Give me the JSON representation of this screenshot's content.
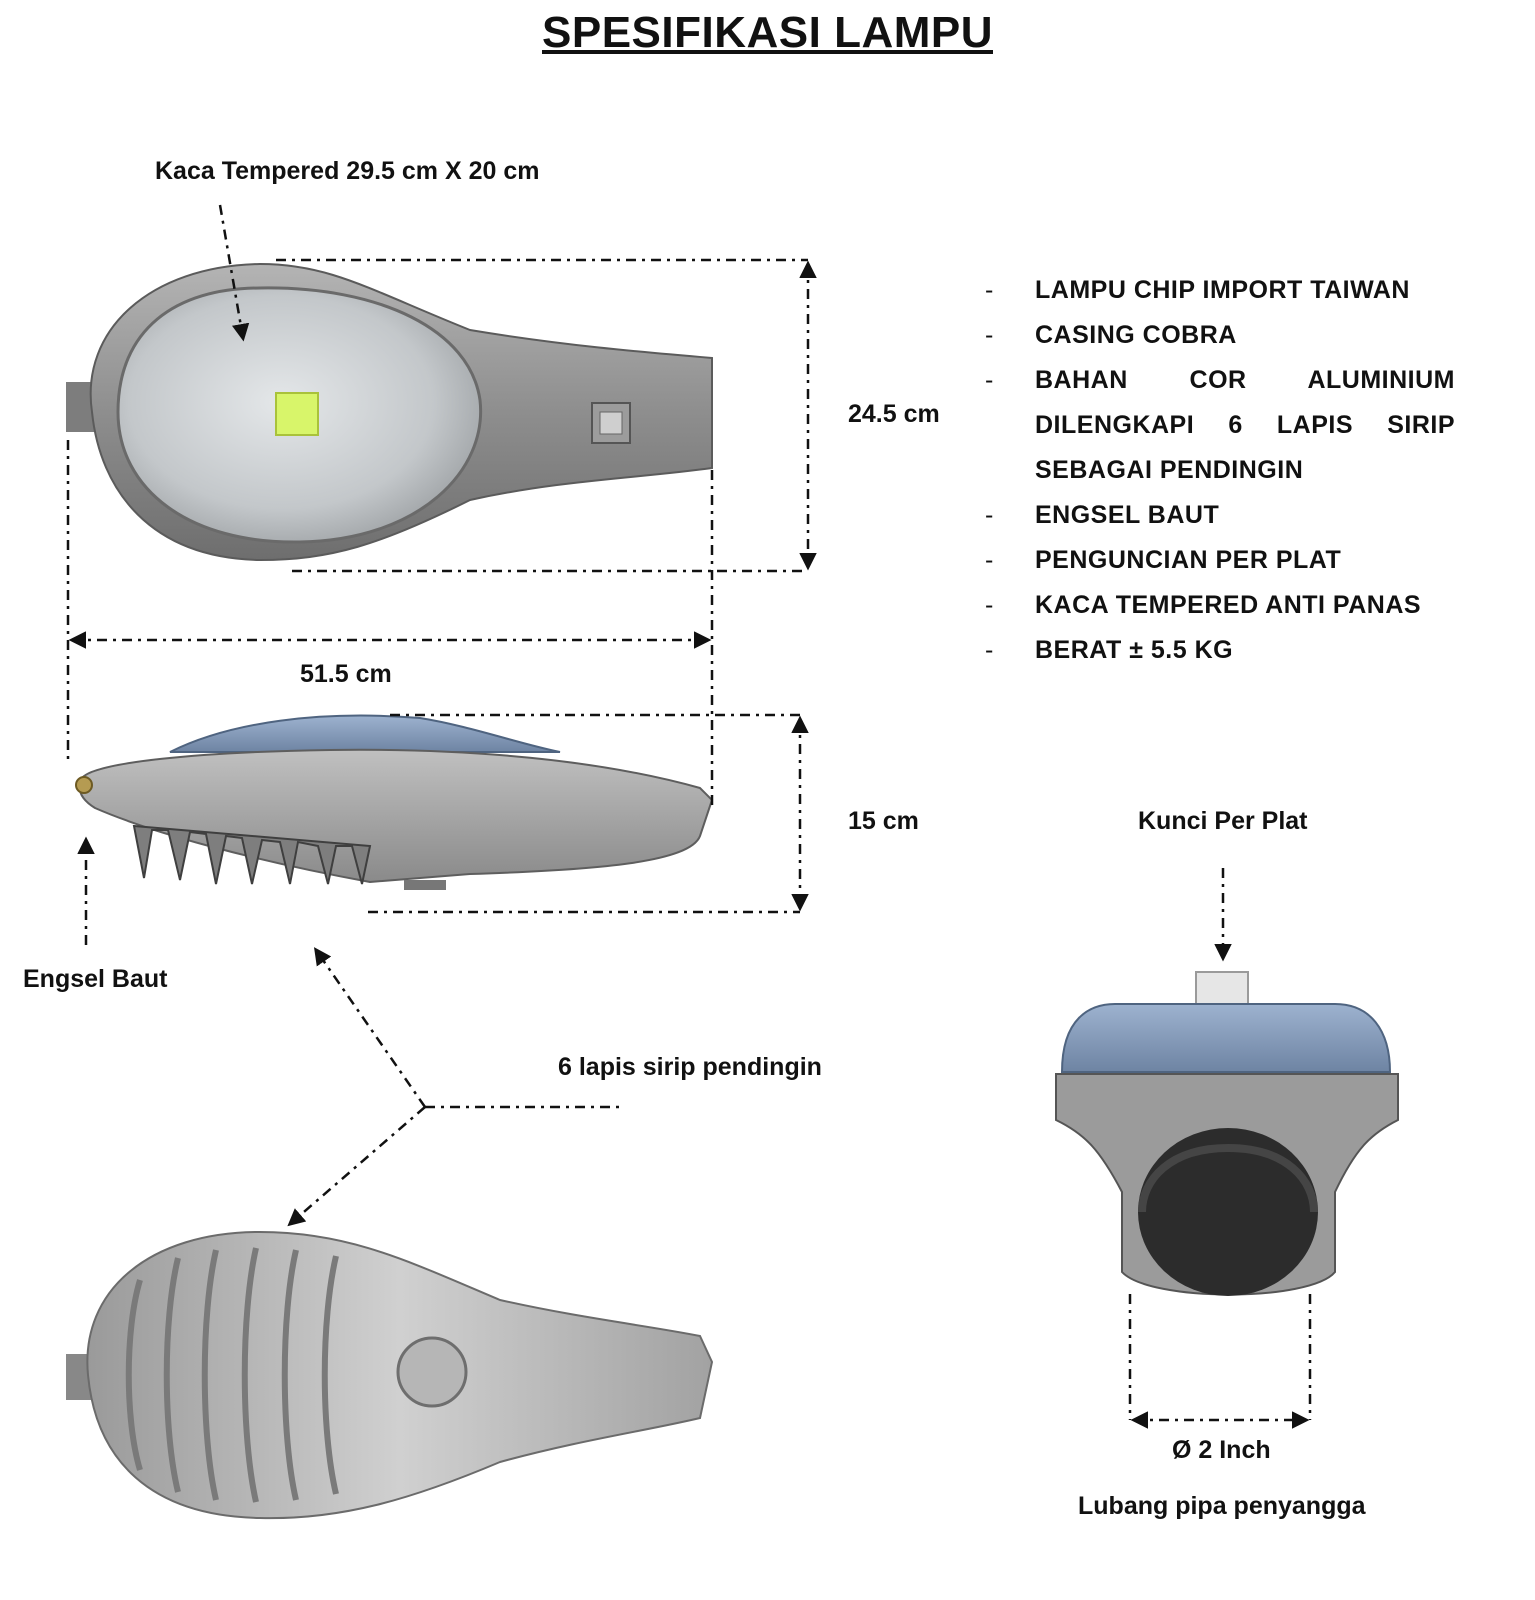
{
  "title": "SPESIFIKASI LAMPU",
  "labels": {
    "glass": "Kaca Tempered 29.5 cm X 20 cm",
    "height_top": "24.5 cm",
    "length": "51.5 cm",
    "height_side": "15 cm",
    "hinge": "Engsel Baut",
    "fins": "6 lapis sirip pendingin",
    "lock": "Kunci Per Plat",
    "diameter": "Ø 2 Inch",
    "pipe_hole": "Lubang pipa penyangga"
  },
  "specs": [
    "LAMPU CHIP IMPORT TAIWAN",
    "CASING COBRA",
    "BAHAN COR ALUMINIUM",
    "DILENGKAPI 6 LAPIS SIRIP",
    "SEBAGAI PENDINGIN",
    "ENGSEL BAUT",
    "PENGUNCIAN PER PLAT",
    "KACA TEMPERED ANTI PANAS",
    "BERAT ±  5.5 KG"
  ],
  "colors": {
    "casing": "#8f8f8f",
    "glass": "#c9cdd0",
    "led": "#d8f56a",
    "dim_line": "#111111"
  }
}
